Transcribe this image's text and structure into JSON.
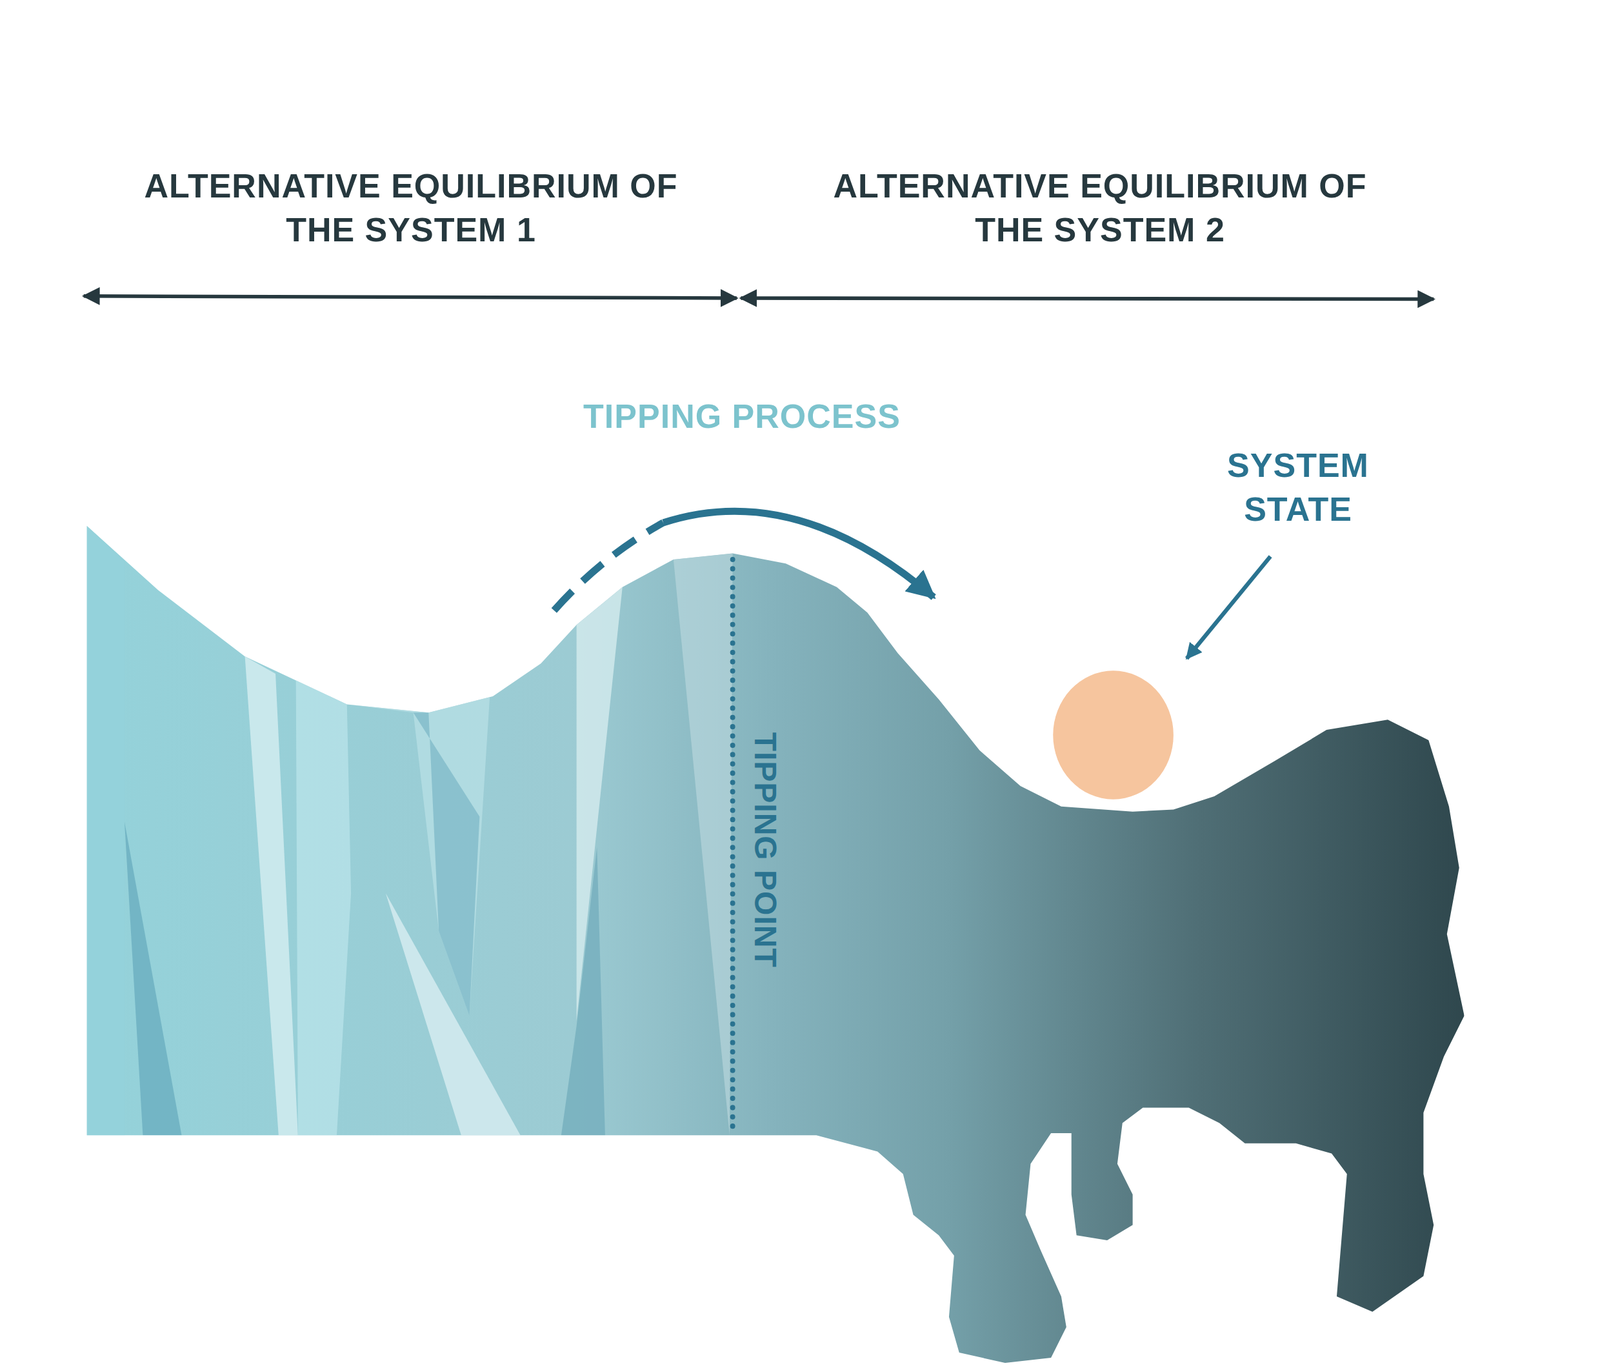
{
  "diagram": {
    "labels": [
      "ALTERNATIVE EQUILIBRIUM OF THE SYSTEM 1",
      "ALTERNATIVE EQUILIBRIUM OF THE SYSTEM 2",
      "TIPPING PROCESS",
      "SYSTEM STATE",
      "TIPPING POINT"
    ]
  }
}
